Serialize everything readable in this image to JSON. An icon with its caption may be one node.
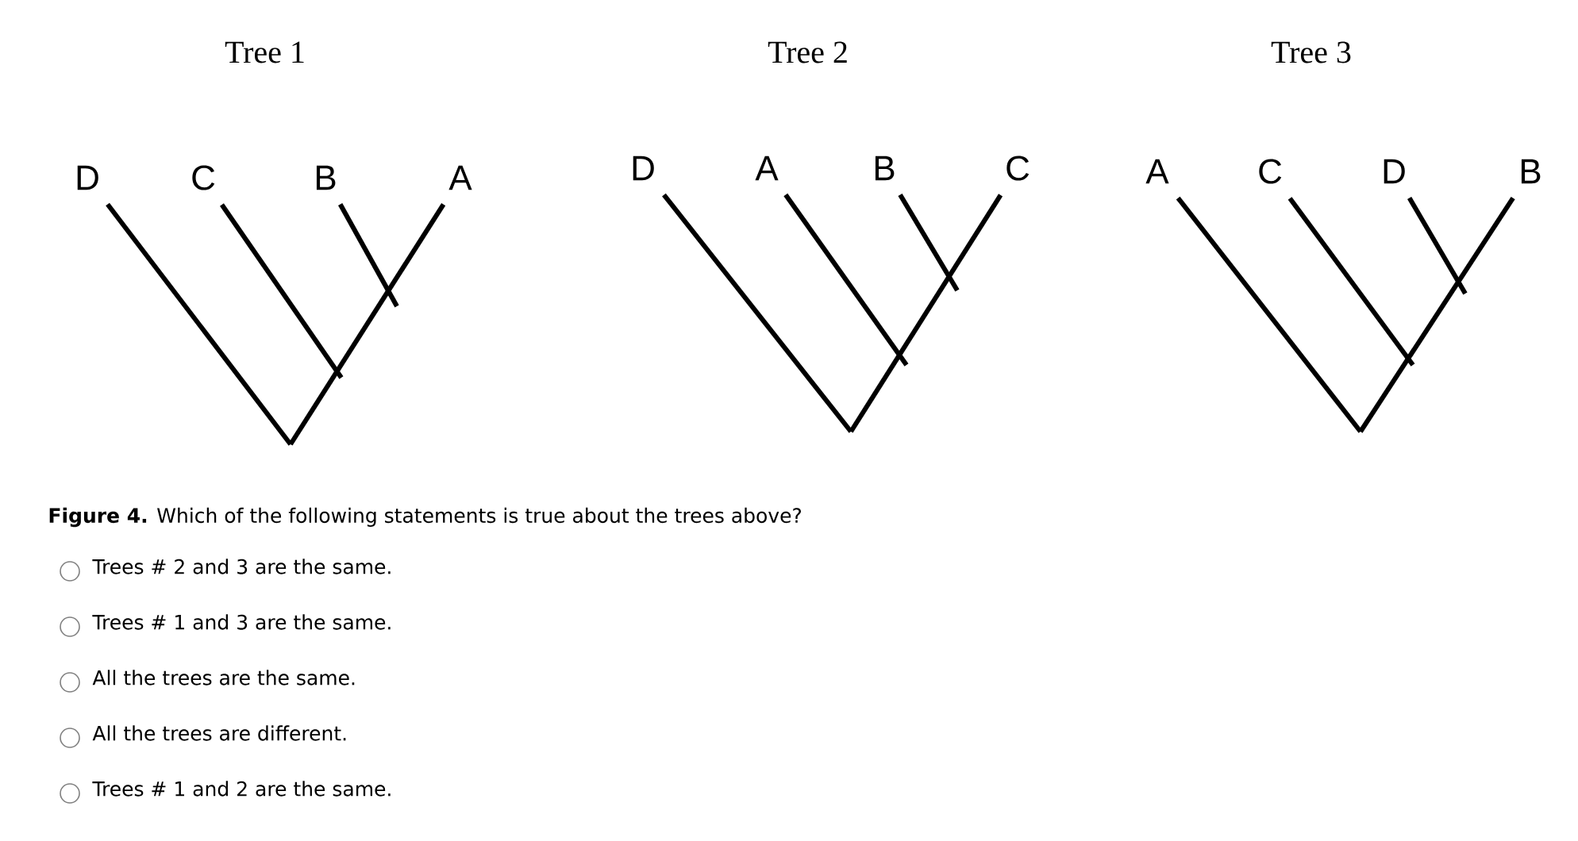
{
  "diagram": {
    "caption": "**Figure 4.** Which of the following statements is true about the trees above?",
    "nodes": [
      {
        "text": [
          "D"
        ]
      },
      {
        "text": [
          "C"
        ]
      },
      {
        "text": [
          "B"
        ]
      },
      {
        "text": [
          "A"
        ]
      },
      {
        "text": [
          "D"
        ]
      },
      {
        "text": [
          "A"
        ]
      },
      {
        "text": [
          "B"
        ]
      },
      {
        "text": [
          "C"
        ]
      },
      {
        "text": [
          "A"
        ]
      },
      {
        "text": [
          "C"
        ]
      },
      {
        "text": [
          "D"
        ]
      },
      {
        "text": [
          "B"
        ]
      }
    ],
    "edges": [
      {
        "from": null,
        "to": 0,
        "arrow": "none"
      },
      {
        "from": null,
        "to": 1,
        "arrow": "none"
      },
      {
        "from": null,
        "to": 2,
        "arrow": "none"
      },
      {
        "from": null,
        "to": 3,
        "arrow": "none"
      },
      {
        "from": null,
        "to": 4,
        "arrow": "none"
      },
      {
        "from": null,
        "to": 5,
        "arrow": "none"
      },
      {
        "from": null,
        "to": 6,
        "arrow": "none"
      },
      {
        "from": null,
        "to": 7,
        "arrow": "none"
      },
      {
        "from": null,
        "to": 8,
        "arrow": "none"
      },
      {
        "from": null,
        "to": 9,
        "arrow": "none"
      },
      {
        "from": null,
        "to": 10,
        "arrow": "none"
      },
      {
        "from": null,
        "to": 11,
        "arrow": "none"
      }
    ],
    "labels": [
      "Tree 1",
      "Tree 2",
      "Tree 3",
      "Trees # 2 and 3 are the same.",
      "Trees # 1 and 3 are the same.",
      "All the trees are the same.",
      "All the trees are different.",
      "Trees # 1 and 2 are the same."
    ]
  }
}
